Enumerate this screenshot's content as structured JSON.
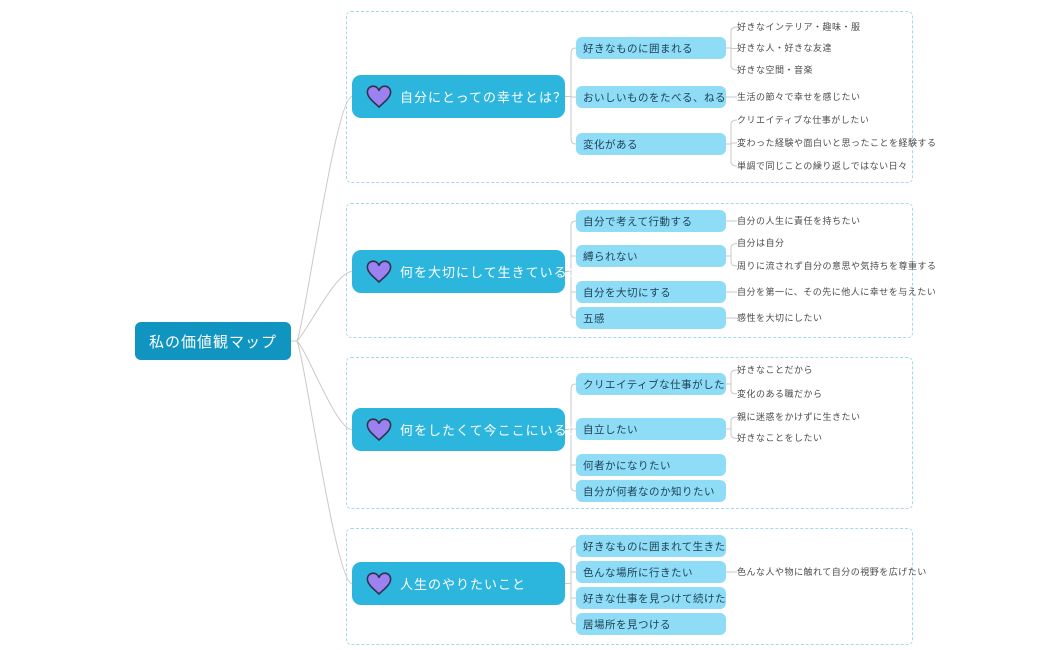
{
  "root": {
    "label": "私の価値観マップ"
  },
  "colors": {
    "root_bg": "#1095c0",
    "branch_bg": "#2db6dd",
    "sub_bg": "#8edcf6",
    "sub_text": "#1c3f53",
    "leaf_text": "#4b4b4b",
    "group_border": "#a7d8ea",
    "connector": "#c9c9c9",
    "heart_fill": "#9b82f0",
    "heart_stroke": "#31314d"
  },
  "branches": [
    {
      "title": "自分にとっての幸せとは？",
      "children": [
        {
          "label": "好きなものに囲まれる",
          "leaves": [
            "好きなインテリア・趣味・服",
            "好きな人・好きな友達",
            "好きな空間・音楽"
          ]
        },
        {
          "label": "おいしいものをたべる、ねる",
          "leaves": [
            "生活の節々で幸せを感じたい"
          ]
        },
        {
          "label": "変化がある",
          "leaves": [
            "クリエイティブな仕事がしたい",
            "変わった経験や面白いと思ったことを経験する",
            "単調で同じことの繰り返しではない日々"
          ]
        }
      ]
    },
    {
      "title": "何を大切にして生きているのか",
      "children": [
        {
          "label": "自分で考えて行動する",
          "leaves": [
            "自分の人生に責任を持ちたい"
          ]
        },
        {
          "label": "縛られない",
          "leaves": [
            "自分は自分",
            "周りに流されず自分の意思や気持ちを尊重する"
          ]
        },
        {
          "label": "自分を大切にする",
          "leaves": [
            "自分を第一に、その先に他人に幸せを与えたい"
          ]
        },
        {
          "label": "五感",
          "leaves": [
            "感性を大切にしたい"
          ]
        }
      ]
    },
    {
      "title": "何をしたくて今ここにいるのか",
      "children": [
        {
          "label": "クリエイティブな仕事がしたい",
          "leaves": [
            "好きなことだから",
            "変化のある職だから"
          ]
        },
        {
          "label": "自立したい",
          "leaves": [
            "親に迷惑をかけずに生きたい",
            "好きなことをしたい"
          ]
        },
        {
          "label": "何者かになりたい",
          "leaves": []
        },
        {
          "label": "自分が何者なのか知りたい",
          "leaves": []
        }
      ]
    },
    {
      "title": "人生のやりたいこと",
      "children": [
        {
          "label": "好きなものに囲まれて生きたい",
          "leaves": []
        },
        {
          "label": "色んな場所に行きたい",
          "leaves": [
            "色んな人や物に触れて自分の視野を広げたい"
          ]
        },
        {
          "label": "好きな仕事を見つけて続けたい",
          "leaves": []
        },
        {
          "label": "居場所を見つける",
          "leaves": []
        }
      ]
    }
  ]
}
